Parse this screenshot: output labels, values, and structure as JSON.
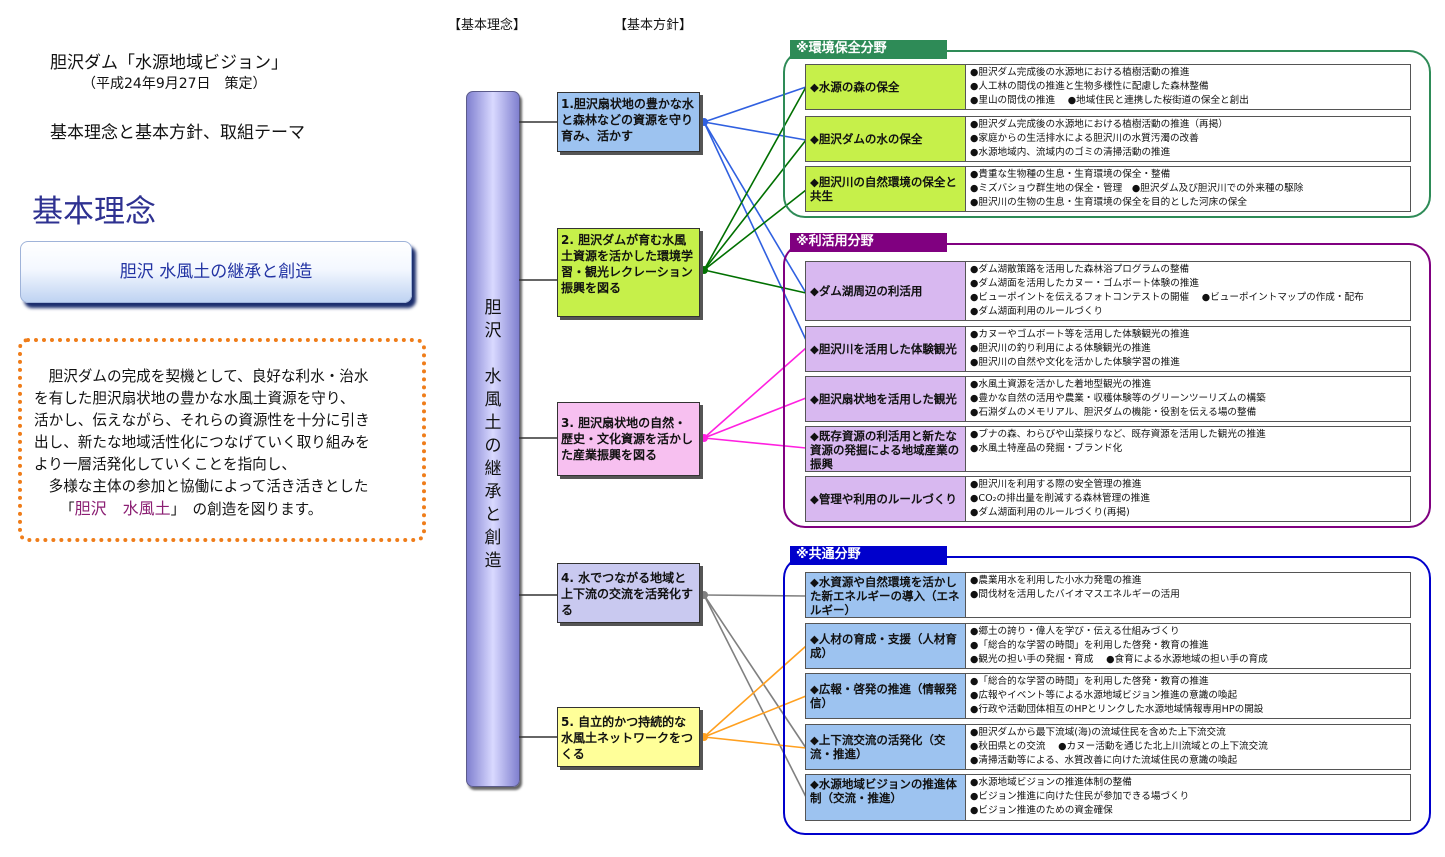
{
  "header": {
    "riken_label": "【基本理念】",
    "hoshin_label": "【基本方針】"
  },
  "title": {
    "line1": "胆沢ダム「水源地域ビジョン」",
    "line2": "（平成24年9月27日　策定）",
    "line3": "基本理念と基本方針、取組テーマ"
  },
  "kihon_rinen": {
    "heading": "基本理念",
    "ribbon_text": "胆沢 水風土の継承と創造",
    "para_lines": [
      "　胆沢ダムの完成を契機として、良好な利水・治水",
      "を有した胆沢扇状地の豊かな水風土資源を守り、",
      "活かし、伝えながら、それらの資源性を十分に引き",
      "出し、新たな地域活性化につなげていく取り組みを",
      "より一層活発化していくことを指向し、",
      "　多様な主体の参加と協働によって活き活きとした"
    ],
    "last_pre": "「",
    "last_hl": "胆沢　水風土",
    "last_post": "」　の創造を図ります。"
  },
  "pillar": {
    "chars": [
      "胆",
      "沢",
      "　",
      "水",
      "風",
      "土",
      "の",
      "継",
      "承",
      "と",
      "創",
      "造"
    ]
  },
  "policies": [
    {
      "text": "1.胆沢扇状地の豊かな水と森林などの資源を守り育み、活かす",
      "color": "#9dc3f0"
    },
    {
      "text": "2. 胆沢ダムが育む水風土資源を活かした環境学習・観光レクレーション振興を図る",
      "color": "#c6f04a"
    },
    {
      "text": "3. 胆沢扇状地の自然・歴史・文化資源を活かした産業振興を図る",
      "color": "#f7c0f0"
    },
    {
      "text": "4. 水でつながる地域と上下流の交流を活発化する",
      "color": "#c9c9f0"
    },
    {
      "text": "5. 自立的かつ持続的な水風土ネットワークをつくる",
      "color": "#ffff99"
    }
  ],
  "sections": [
    {
      "title": "※環境保全分野",
      "color": "#2e8b57",
      "items": [
        {
          "label": "◆水源の森の保全",
          "bullets": [
            "●胆沢ダム完成後の水源地における植樹活動の推進",
            "●人工林の間伐の推進と生物多様性に配慮した森林整備",
            "●里山の間伐の推進　 ●地域住民と連携した桜街道の保全と創出"
          ]
        },
        {
          "label": "◆胆沢ダムの水の保全",
          "bullets": [
            "●胆沢ダム完成後の水源地における植樹活動の推進（再掲）",
            "●家庭からの生活排水による胆沢川の水質汚濁の改善",
            "●水源地域内、流域内のゴミの清掃活動の推進"
          ]
        },
        {
          "label": "◆胆沢川の自然環境の保全と共生",
          "bullets": [
            "●貴重な生物種の生息・生育環境の保全・整備",
            "●ミズバショウ群生地の保全・管理　●胆沢ダム及び胆沢川での外来種の駆除",
            "●胆沢川の生物の生息・生育環境の保全を目的とした河床の保全"
          ]
        }
      ]
    },
    {
      "title": "※利活用分野",
      "color": "#800080",
      "items": [
        {
          "label": "◆ダム湖周辺の利活用",
          "bullets": [
            "●ダム湖散策路を活用した森林浴プログラムの整備",
            "●ダム湖面を活用したカヌー・ゴムボート体験の推進",
            "●ビューポイントを伝えるフォトコンテストの開催　 ●ビューポイントマップの作成・配布",
            "●ダム湖面利用のルールづくり"
          ]
        },
        {
          "label": "◆胆沢川を活用した体験観光",
          "bullets": [
            "●カヌーやゴムボート等を活用した体験観光の推進",
            "●胆沢川の釣り利用による体験観光の推進",
            "●胆沢川の自然や文化を活かした体験学習の推進"
          ]
        },
        {
          "label": "◆胆沢扇状地を活用した観光",
          "bullets": [
            "●水風土資源を活かした着地型観光の推進",
            "●豊かな自然の活用や農業・収穫体験等のグリーンツーリズムの構築",
            "●石淵ダムのメモリアル、胆沢ダムの機能・役割を伝える場の整備"
          ]
        },
        {
          "label": "◆既存資源の利活用と新たな資源の発掘による地域産業の振興",
          "bullets": [
            "●ブナの森、わらびや山菜採りなど、既存資源を活用した観光の推進",
            "●水風土特産品の発掘・ブランド化"
          ]
        },
        {
          "label": "◆管理や利用のルールづくり",
          "bullets": [
            "●胆沢川を利用する際の安全管理の推進",
            "●CO₂の排出量を削減する森林管理の推進",
            "●ダム湖面利用のルールづくり(再掲)"
          ]
        }
      ]
    },
    {
      "title": "※共通分野",
      "color": "#0000cc",
      "items": [
        {
          "label": "◆水資源や自然環境を活かした新エネルギーの導入（エネルギー）",
          "bullets": [
            "●農業用水を利用した小水力発電の推進",
            "●間伐材を活用したバイオマスエネルギーの活用"
          ]
        },
        {
          "label": "◆人材の育成・支援（人材育成）",
          "bullets": [
            "●郷土の誇り・偉人を学び・伝える仕組みづくり",
            "●「総合的な学習の時間」を利用した啓発・教育の推進",
            "●観光の担い手の発掘・育成　 ●食育による水源地域の担い手の育成"
          ]
        },
        {
          "label": "◆広報・啓発の推進（情報発信）",
          "bullets": [
            "●「総合的な学習の時間」を利用した啓発・教育の推進",
            "●広報やイベント等による水源地域ビジョン推進の意識の喚起",
            "●行政や活動団体相互のHPとリンクした水源地域情報専用HPの開設"
          ]
        },
        {
          "label": "◆上下流交流の活発化（交流・推進）",
          "bullets": [
            "●胆沢ダムから最下流域(海)の流域住民を含めた上下流交流",
            "●秋田県との交流　 ●カヌー活動を通じた北上川流域との上下流交流",
            "●清掃活動等による、水質改善に向けた流域住民の意識の喚起"
          ]
        },
        {
          "label": "◆水源地域ビジョンの推進体制（交流・推進）",
          "bullets": [
            "●水源地域ビジョンの推進体制の整備",
            "●ビジョン推進に向けた住民が参加できる場づくり",
            "●ビジョン推進のための資金確保"
          ]
        }
      ]
    }
  ],
  "connector_colors": {
    "p1": "#3060e0",
    "p2": "#007000",
    "p3": "#ff20e0",
    "p4": "#808080",
    "p5": "#ffa020"
  }
}
